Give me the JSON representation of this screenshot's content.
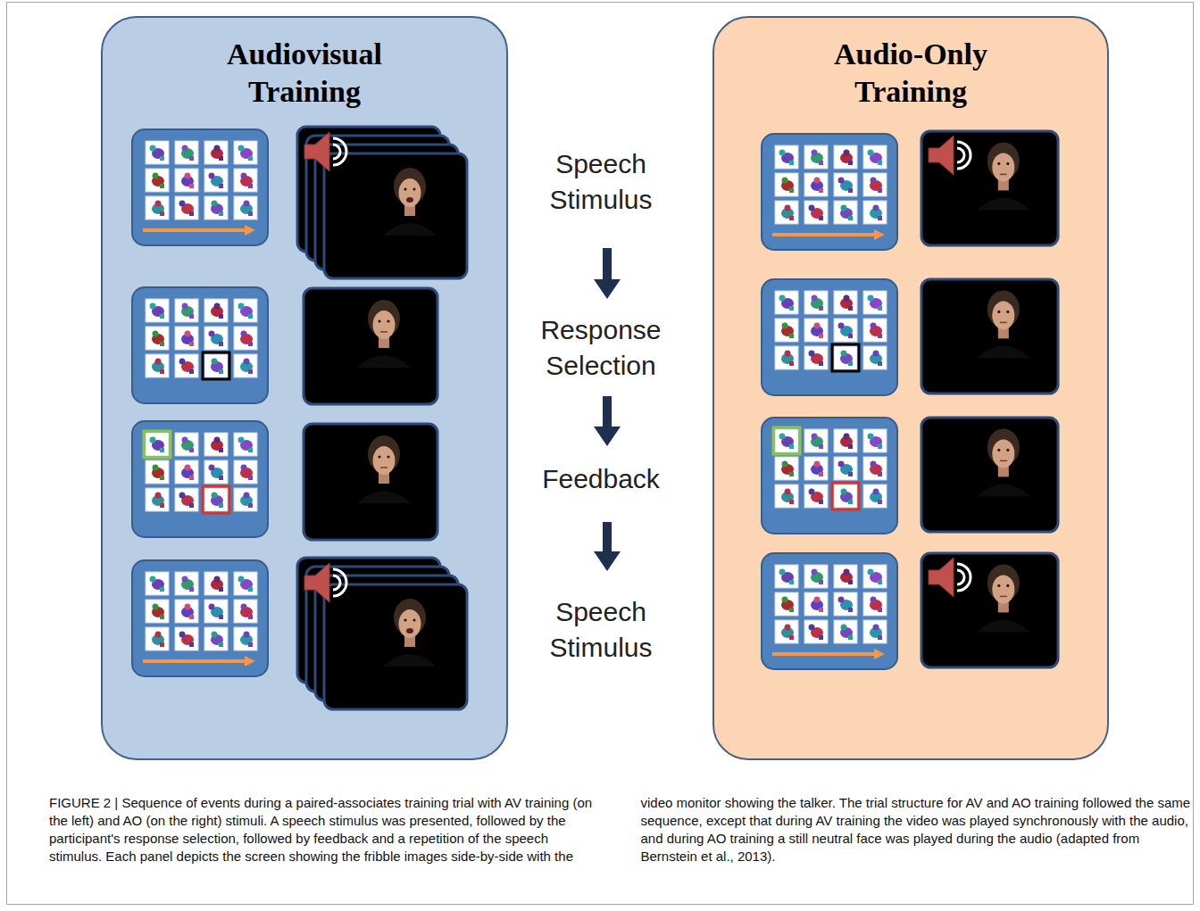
{
  "diagram": {
    "caption": "FIGURE 2 | Sequence of events during a paired-associates training trial with AV training (on the left) and AO (on the right) stimuli. A speech stimulus was presented, followed by the participant's response selection, followed by feedback and a repetition of the speech stimulus. Each panel depicts the screen showing the fribble images side-by-side with the video monitor showing the talker. The trial structure for AV and AO training followed the same sequence, except that during AV training the video was played synchronously with the audio, and during AO training a still neutral face was played during the audio (adapted from Bernstein et al., 2013).",
    "nodes": [
      {
        "text": [
          "Audiovisual Training"
        ]
      },
      {
        "text": [
          "Audio-Only Training"
        ]
      }
    ],
    "labels": [
      "Speech Stimulus",
      "Response Selection",
      "Feedback",
      "Speech Stimulus"
    ]
  }
}
